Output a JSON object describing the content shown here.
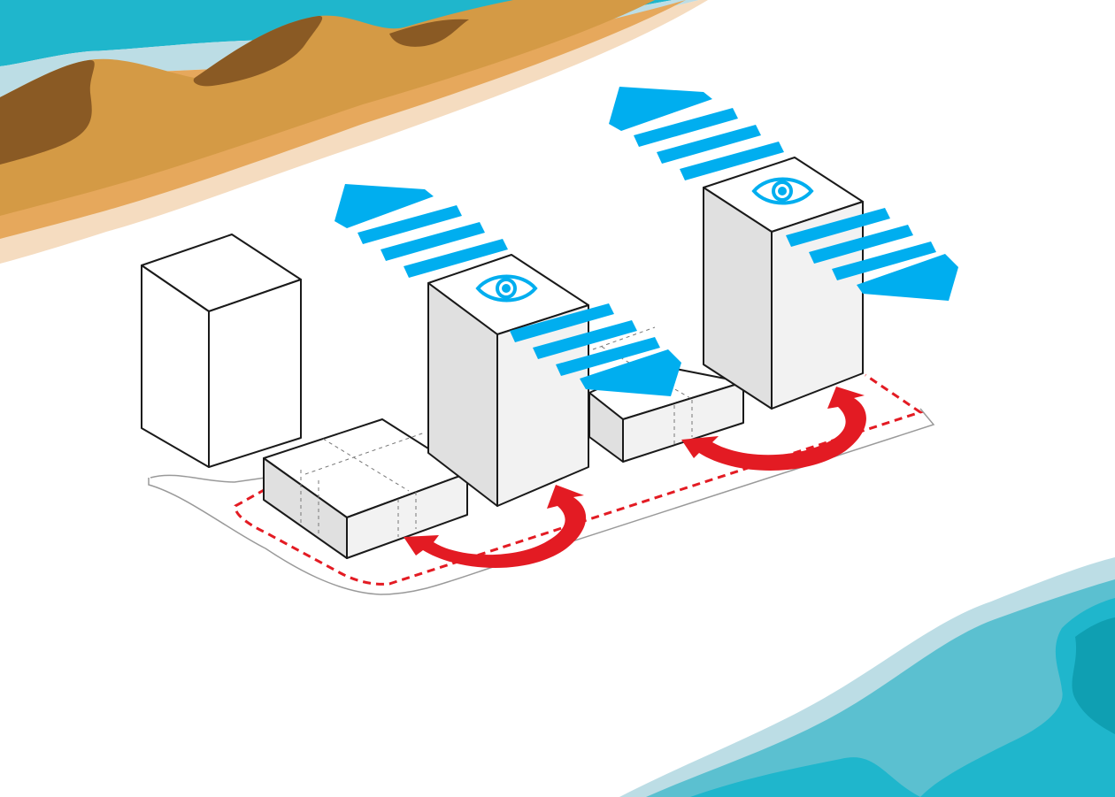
{
  "diagram": {
    "kind": "isometric site massing diagram",
    "text_labels": [],
    "colors": {
      "sea_light": "#bcdde5",
      "sea_mid": "#5bc0d0",
      "sea_bright": "#1fb6cc",
      "sea_deep": "#0f9fb2",
      "sand_light": "#f5dcc0",
      "sand_mid": "#e6a85c",
      "sand_gold": "#d49a45",
      "sand_dark": "#8a5a24",
      "building_front": "#e0e0e0",
      "building_side": "#f2f2f2",
      "building_top": "#ffffff",
      "view_arrow": "#00aeef",
      "connection_arrow": "#e31b23",
      "site_boundary": "#e31b23"
    },
    "icons": [
      "eye-icon",
      "eye-icon",
      "view-direction-arrow",
      "view-direction-arrow",
      "view-direction-arrow",
      "view-direction-arrow",
      "connection-arrow",
      "connection-arrow"
    ],
    "elements": {
      "buildings": [
        "existing-building",
        "left-podium",
        "left-tower",
        "middle-podium",
        "right-tower"
      ],
      "views": [
        "left-tower-view-back",
        "left-tower-view-front",
        "right-tower-view-back",
        "right-tower-view-front"
      ],
      "connections": [
        "left-connection",
        "right-connection"
      ]
    }
  }
}
